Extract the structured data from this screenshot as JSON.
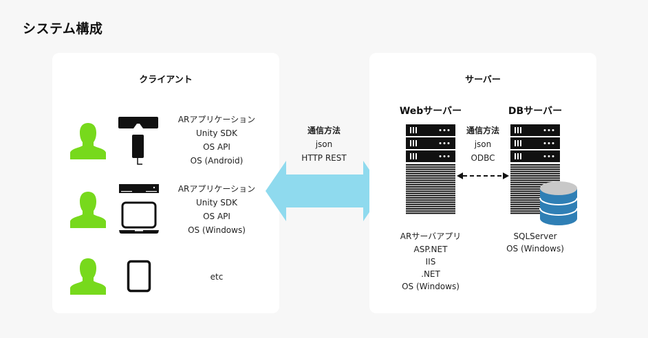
{
  "page": {
    "title": "システム構成"
  },
  "colors": {
    "person": "#77d91c",
    "arrow": "#8fdaee",
    "db_top": "#c8c8c8",
    "db_body": "#2f7fb5",
    "device": "#111111",
    "background": "#f7f7f7",
    "panel": "#ffffff"
  },
  "client": {
    "title": "クライアント",
    "rows": [
      {
        "device_icon": "ar-glasses-smartphone-icon",
        "lines": [
          "ARアプリケーション",
          "Unity SDK",
          "OS API",
          "OS (Android)"
        ]
      },
      {
        "device_icon": "kinect-laptop-icon",
        "lines": [
          "ARアプリケーション",
          "Unity SDK",
          "OS API",
          "OS (Windows)"
        ]
      },
      {
        "device_icon": "tablet-icon",
        "lines": [
          "etc"
        ]
      }
    ]
  },
  "client_server_link": {
    "heading": "通信方法",
    "lines": [
      "json",
      "HTTP REST"
    ]
  },
  "server": {
    "title": "サーバー",
    "web": {
      "title": "Webサーバー",
      "lines": [
        "ARサーバアプリ",
        "ASP.NET",
        "IIS",
        ".NET",
        "OS (Windows)"
      ]
    },
    "db": {
      "title": "DBサーバー",
      "lines": [
        "SQLServer",
        "OS (Windows)"
      ]
    },
    "link": {
      "heading": "通信方法",
      "lines": [
        "json",
        "ODBC"
      ]
    }
  }
}
